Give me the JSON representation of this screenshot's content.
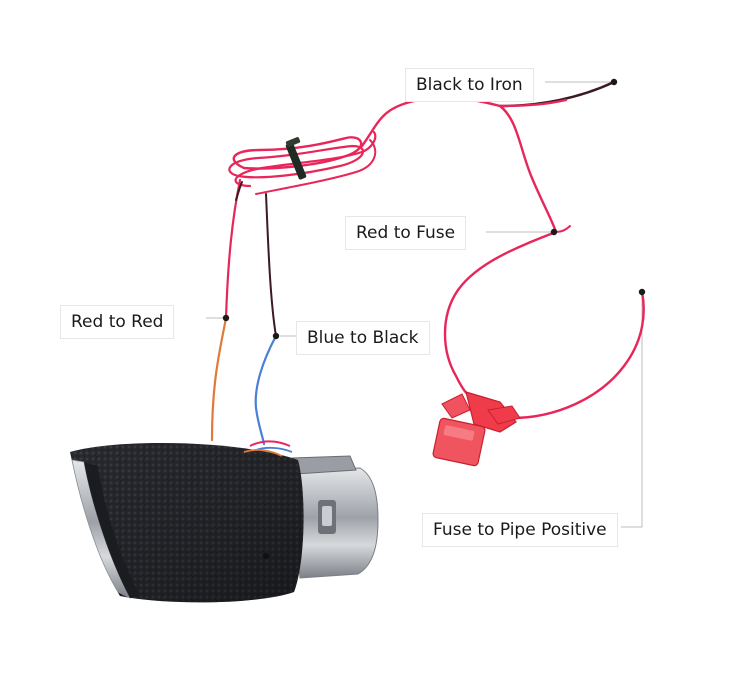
{
  "labels": {
    "black_to_iron": "Black to Iron",
    "red_to_fuse": "Red to Fuse",
    "red_to_red": "Red to Red",
    "blue_to_black": "Blue to Black",
    "fuse_to_pipe_positive": "Fuse to Pipe Positive"
  },
  "colors": {
    "wire_red": "#e8265a",
    "wire_dark": "#3a1a24",
    "wire_orange": "#e07a3a",
    "wire_blue": "#4a7fd6",
    "fuse_red": "#f03c4a",
    "carbon": "#2a2c31",
    "chrome": "#b9bcc1",
    "leader": "#bdbdbd"
  },
  "icons": {
    "exhaust_tip": "exhaust-tip-icon",
    "fuse_holder": "fuse-holder-icon",
    "cable_tie": "cable-tie-icon"
  }
}
